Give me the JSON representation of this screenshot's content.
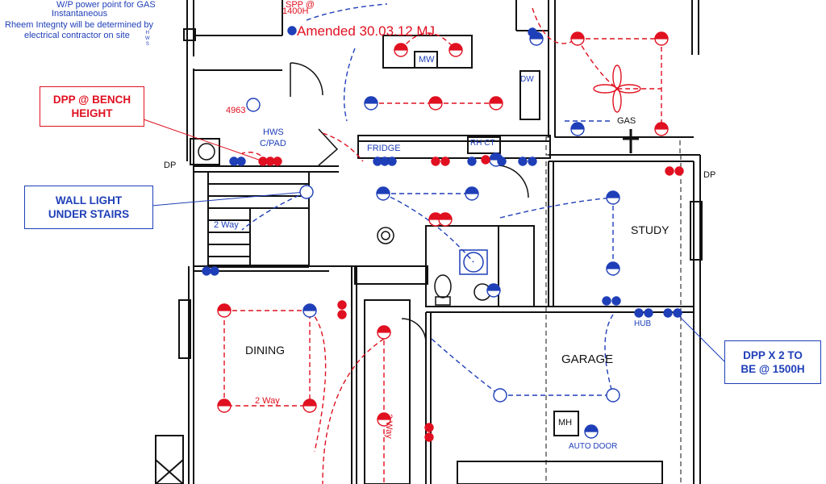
{
  "notes": {
    "wp_power_line1": "W/P power point for GAS",
    "wp_power_line2": "Instantaneous",
    "rheem_line1": "Rheem Integnty will be determined by",
    "rheem_line2": "electrical contractor on site",
    "hws_small": "H\nW\nS",
    "spp_line1": "SPP @",
    "spp_line2": "1400H",
    "amended": "Amended 30.03.12 MJ"
  },
  "callouts": {
    "dpp_bench": "DPP @ BENCH\nHEIGHT",
    "wall_light": "WALL LIGHT\nUNDER STAIRS",
    "dpp_x2": "DPP X 2 TO\nBE @ 1500H"
  },
  "labels": {
    "code_4963": "4963",
    "hws": "HWS",
    "cpad": "C/PAD",
    "dp_left": "DP",
    "dp_right": "DP",
    "fridge": "FRIDGE",
    "rh_ct": "RH CT",
    "mw": "MW",
    "dw": "DW",
    "gas": "GAS",
    "two_way_stairs": "2 Way",
    "two_way_dining": "2 Way",
    "two_way_vertical": "2 Way",
    "hub": "HUB",
    "mh": "MH",
    "auto_door": "AUTO DOOR"
  },
  "rooms": {
    "dining": "DINING",
    "study": "STUDY",
    "garage": "GARAGE"
  },
  "colors": {
    "red": "#e01020",
    "blue": "#1f3fb8",
    "wall": "#111111"
  }
}
